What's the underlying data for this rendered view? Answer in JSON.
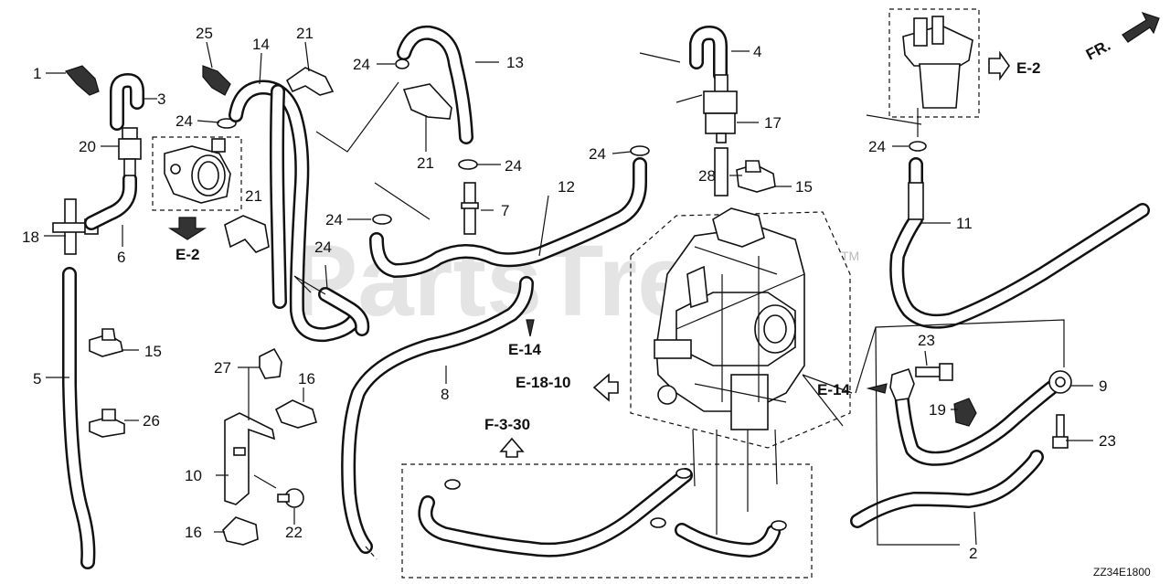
{
  "callouts": [
    {
      "id": "c1",
      "text": "1"
    },
    {
      "id": "c2",
      "text": "2"
    },
    {
      "id": "c3",
      "text": "3"
    },
    {
      "id": "c4",
      "text": "4"
    },
    {
      "id": "c5",
      "text": "5"
    },
    {
      "id": "c6",
      "text": "6"
    },
    {
      "id": "c7",
      "text": "7"
    },
    {
      "id": "c8",
      "text": "8"
    },
    {
      "id": "c9",
      "text": "9"
    },
    {
      "id": "c10",
      "text": "10"
    },
    {
      "id": "c11",
      "text": "11"
    },
    {
      "id": "c12",
      "text": "12"
    },
    {
      "id": "c13",
      "text": "13"
    },
    {
      "id": "c14",
      "text": "14"
    },
    {
      "id": "c15a",
      "text": "15"
    },
    {
      "id": "c15b",
      "text": "15"
    },
    {
      "id": "c16a",
      "text": "16"
    },
    {
      "id": "c16b",
      "text": "16"
    },
    {
      "id": "c17",
      "text": "17"
    },
    {
      "id": "c18",
      "text": "18"
    },
    {
      "id": "c19",
      "text": "19"
    },
    {
      "id": "c20",
      "text": "20"
    },
    {
      "id": "c21a",
      "text": "21"
    },
    {
      "id": "c21b",
      "text": "21"
    },
    {
      "id": "c21c",
      "text": "21"
    },
    {
      "id": "c22",
      "text": "22"
    },
    {
      "id": "c23a",
      "text": "23"
    },
    {
      "id": "c23b",
      "text": "23"
    },
    {
      "id": "c24a",
      "text": "24"
    },
    {
      "id": "c24b",
      "text": "24"
    },
    {
      "id": "c24c",
      "text": "24"
    },
    {
      "id": "c24d",
      "text": "24"
    },
    {
      "id": "c24e",
      "text": "24"
    },
    {
      "id": "c24f",
      "text": "24"
    },
    {
      "id": "c24g",
      "text": "24"
    },
    {
      "id": "c25",
      "text": "25"
    },
    {
      "id": "c26",
      "text": "26"
    },
    {
      "id": "c27",
      "text": "27"
    },
    {
      "id": "c28",
      "text": "28"
    }
  ],
  "references": {
    "e2_left": "E-2",
    "e2_right": "E-2",
    "e14_center": "E-14",
    "e14_right": "E-14",
    "e18_10": "E-18-10",
    "f3_30": "F-3-30",
    "front": "FR."
  },
  "diagram_code": "ZZ34E1800",
  "watermark": {
    "text": "PartsTree",
    "tm": "TM"
  }
}
